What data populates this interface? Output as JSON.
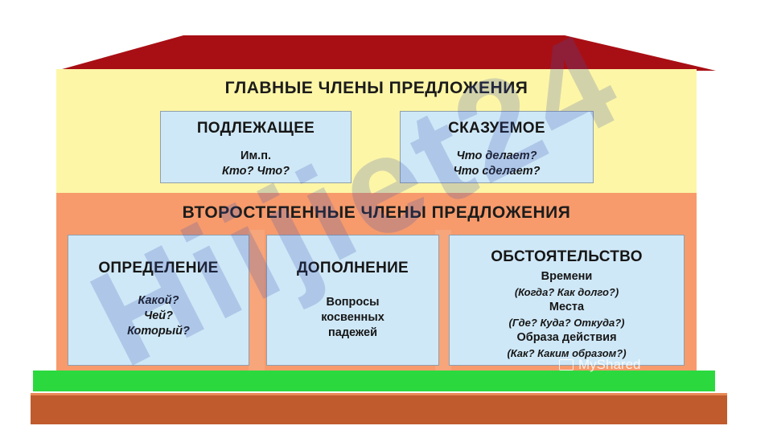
{
  "main_members": {
    "heading": "ГЛАВНЫЕ ЧЛЕНЫ ПРЕДЛОЖЕНИЯ",
    "subject": {
      "title": "ПОДЛЕЖАЩЕЕ",
      "lines": [
        "Им.п.",
        "Кто? Что?"
      ]
    },
    "predicate": {
      "title": "СКАЗУЕМОЕ",
      "lines": [
        "Что делает?",
        "Что сделает?"
      ]
    }
  },
  "secondary_members": {
    "heading": "ВТОРОСТЕПЕННЫЕ ЧЛЕНЫ ПРЕДЛОЖЕНИЯ",
    "attribute": {
      "title": "ОПРЕДЕЛЕНИЕ",
      "lines": [
        "Какой?",
        "Чей?",
        "Который?"
      ]
    },
    "object": {
      "title": "ДОПОЛНЕНИЕ",
      "lines": [
        "Вопросы",
        "косвенных",
        "падежей"
      ]
    },
    "adverbial": {
      "title": "ОБСТОЯТЕЛЬСТВО",
      "time_label": "Времени",
      "time_questions": "(Когда? Как долго?)",
      "place_label": "Места",
      "place_questions": "(Где? Куда? Откуда?)",
      "manner_label": "Образа действия",
      "manner_questions": "(Как? Каким образом?)"
    }
  },
  "watermark": {
    "text": "Hiijiet24"
  },
  "brand": {
    "text": "MyShared"
  },
  "colors": {
    "roof": "#a80f14",
    "upper_floor": "#fdf6a6",
    "lower_floor": "#f79b6c",
    "box": "#cfe8f7",
    "lawn": "#2bd93f",
    "foundation": "#c05b2d"
  }
}
